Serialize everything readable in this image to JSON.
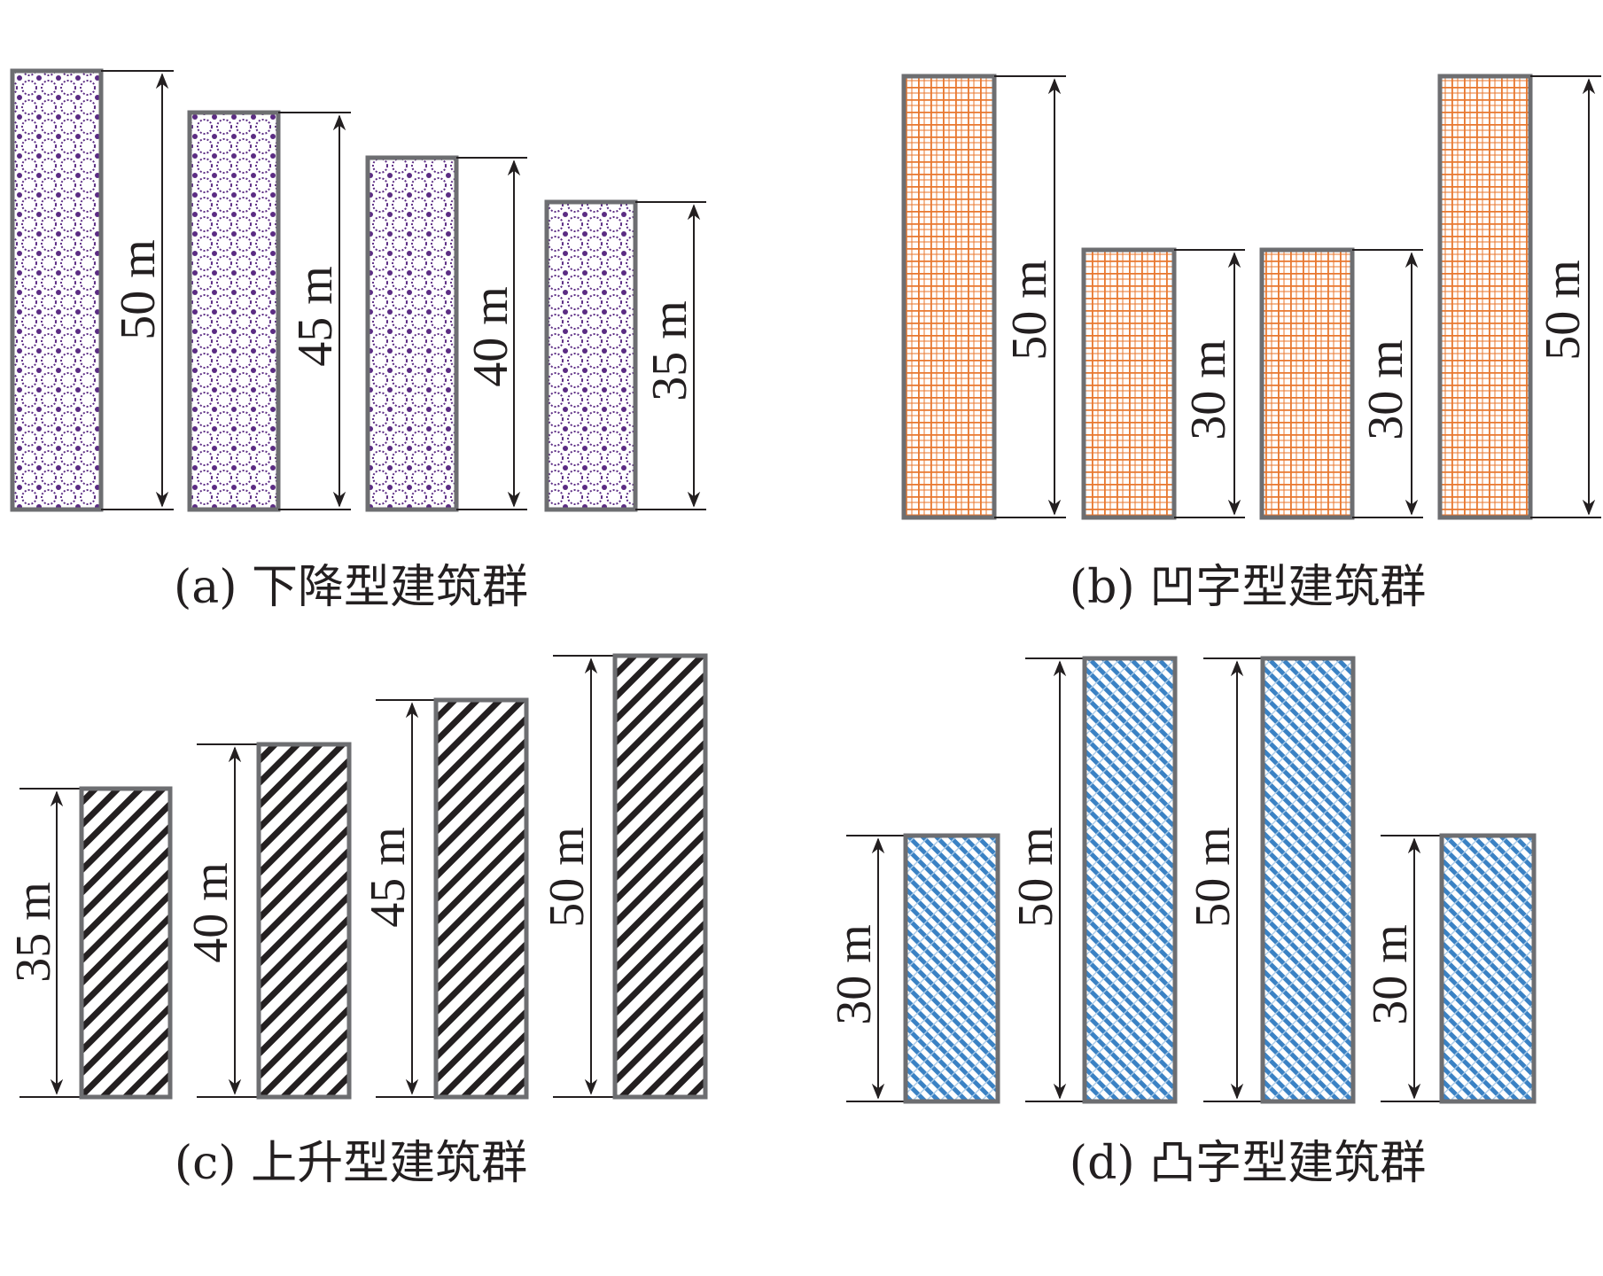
{
  "figure": {
    "panels": [
      {
        "id": "a",
        "caption": "(a) 下降型建筑群",
        "profile": "descending",
        "pattern": "purple-circles",
        "building_count": 4,
        "buildings": [
          {
            "height_label": "50 m",
            "height_value": 50
          },
          {
            "height_label": "45 m",
            "height_value": 45
          },
          {
            "height_label": "40 m",
            "height_value": 40
          },
          {
            "height_label": "35 m",
            "height_value": 35
          }
        ]
      },
      {
        "id": "b",
        "caption": "(b) 凹字型建筑群",
        "profile": "concave",
        "pattern": "orange-grid",
        "building_count": 4,
        "buildings": [
          {
            "height_label": "50 m",
            "height_value": 50
          },
          {
            "height_label": "30 m",
            "height_value": 30
          },
          {
            "height_label": "30 m",
            "height_value": 30
          },
          {
            "height_label": "50 m",
            "height_value": 50
          }
        ]
      },
      {
        "id": "c",
        "caption": "(c) 上升型建筑群",
        "profile": "ascending",
        "pattern": "black-diagonal-hatch",
        "building_count": 4,
        "buildings": [
          {
            "height_label": "35 m",
            "height_value": 35
          },
          {
            "height_label": "40 m",
            "height_value": 40
          },
          {
            "height_label": "45 m",
            "height_value": 45
          },
          {
            "height_label": "50 m",
            "height_value": 50
          }
        ]
      },
      {
        "id": "d",
        "caption": "(d) 凸字型建筑群",
        "profile": "convex",
        "pattern": "blue-diagonal-hatch",
        "building_count": 4,
        "buildings": [
          {
            "height_label": "30 m",
            "height_value": 30
          },
          {
            "height_label": "50 m",
            "height_value": 50
          },
          {
            "height_label": "50 m",
            "height_value": 50
          },
          {
            "height_label": "30 m",
            "height_value": 30
          }
        ]
      }
    ],
    "colors": {
      "purple_pattern": "#5b2c83",
      "orange_pattern": "#e8772e",
      "black_pattern": "#231f20",
      "blue_pattern": "#3b82c4",
      "frame": "#6d6e71",
      "ink": "#231f20"
    }
  }
}
